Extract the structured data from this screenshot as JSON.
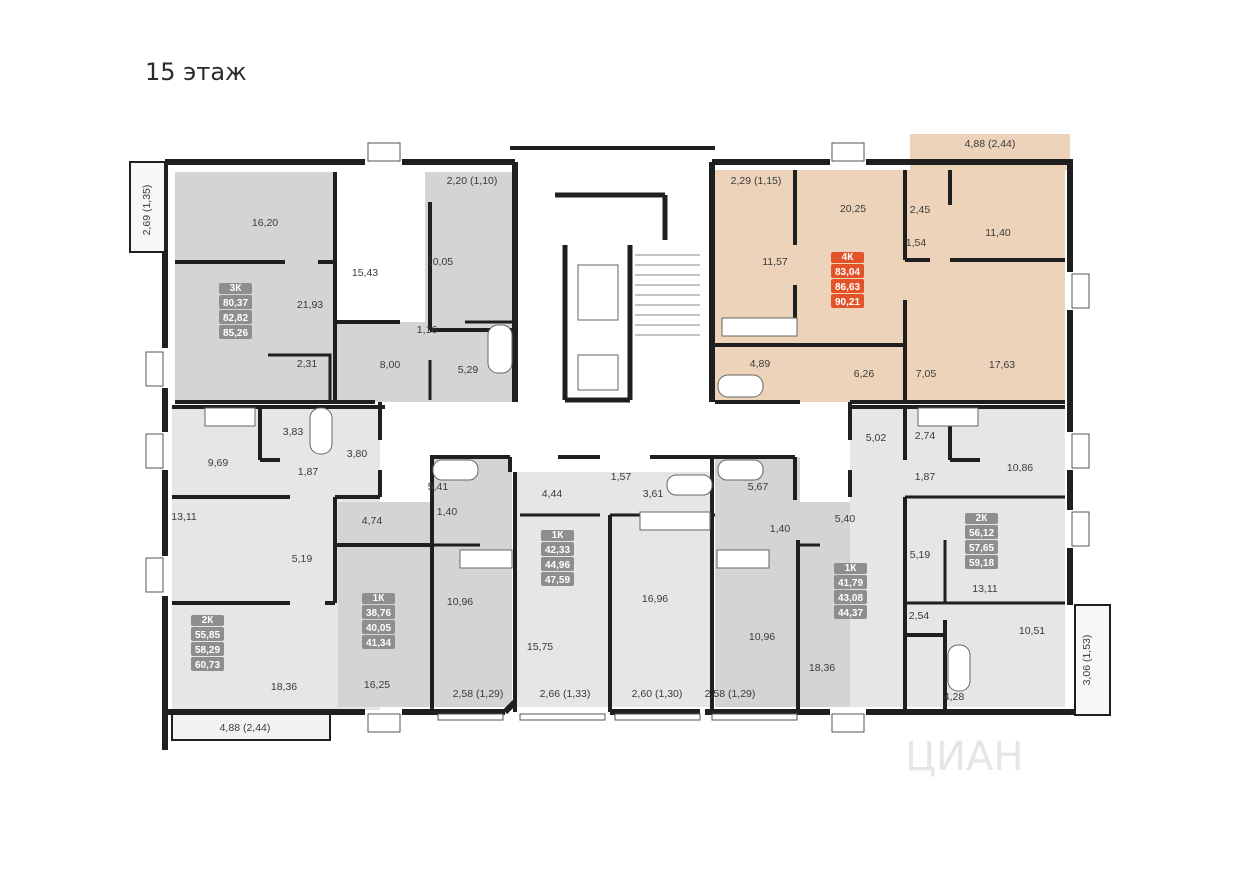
{
  "floor_title": "15 этаж",
  "colors": {
    "wall": "#1f1f1f",
    "gray_dark": "#d4d4d6",
    "gray_light": "#e6e6e8",
    "highlight": "#ecd3b9",
    "tag_gray": "#8e8e8e",
    "tag_highlight": "#e2532a"
  },
  "apartments": [
    {
      "id": "apt-3k",
      "type": "3К",
      "areas": [
        "80,37",
        "82,82",
        "85,26"
      ],
      "highlighted": false
    },
    {
      "id": "apt-4k",
      "type": "4К",
      "areas": [
        "83,04",
        "86,63",
        "90,21"
      ],
      "highlighted": true
    },
    {
      "id": "apt-2k-left",
      "type": "2К",
      "areas": [
        "55,85",
        "58,29",
        "60,73"
      ],
      "highlighted": false
    },
    {
      "id": "apt-1k-a",
      "type": "1К",
      "areas": [
        "38,76",
        "40,05",
        "41,34"
      ],
      "highlighted": false
    },
    {
      "id": "apt-1k-b",
      "type": "1К",
      "areas": [
        "42,33",
        "44,96",
        "47,59"
      ],
      "highlighted": false
    },
    {
      "id": "apt-1k-c",
      "type": "1К",
      "areas": [
        "41,79",
        "43,08",
        "44,37"
      ],
      "highlighted": false
    },
    {
      "id": "apt-2k-right",
      "type": "2К",
      "areas": [
        "56,12",
        "57,65",
        "59,18"
      ],
      "highlighted": false
    }
  ],
  "room_labels": [
    "2,69 (1,35)",
    "16,20",
    "15,43",
    "2,20 (1,10)",
    "10,05",
    "21,93",
    "1,16",
    "8,00",
    "2,31",
    "5,29",
    "2,29 (1,15)",
    "20,25",
    "11,57",
    "4,88 (2,44)",
    "11,40",
    "2,45",
    "1,54",
    "17,63",
    "7,05",
    "6,26",
    "4,89",
    "9,69",
    "3,83",
    "1,87",
    "3,80",
    "13,11",
    "5,19",
    "18,36",
    "4,88 (2,44)",
    "4,74",
    "16,25",
    "5,41",
    "1,40",
    "10,96",
    "2,58 (1,29)",
    "4,44",
    "1,57",
    "3,61",
    "15,75",
    "16,96",
    "2,66 (1,33)",
    "2,60 (1,30)",
    "5,67",
    "1,40",
    "10,96",
    "2,58 (1,29)",
    "5,40",
    "18,36",
    "5,02",
    "2,74",
    "1,87",
    "10,86",
    "5,19",
    "13,11",
    "2,54",
    "10,51",
    "4,28",
    "3,06 (1,53)"
  ],
  "watermark": "ЦИАН"
}
